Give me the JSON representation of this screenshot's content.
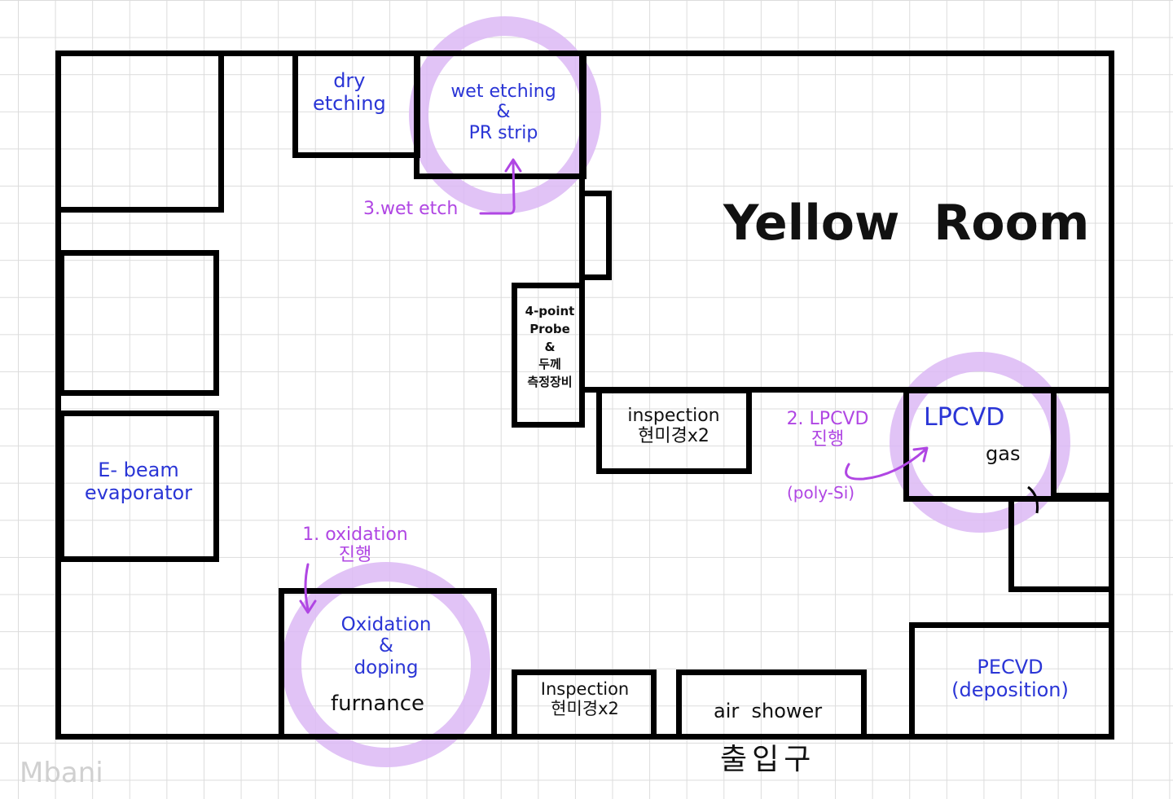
{
  "rooms": {
    "dry_etching": [
      "dry",
      "etching"
    ],
    "wet_etching": [
      "wet  etching",
      "&",
      "PR  strip"
    ],
    "yellow_room": "Yellow  Room",
    "four_point_probe": [
      "4-point",
      "Probe",
      "&",
      "두께",
      "측정장비"
    ],
    "inspection_mid": [
      "inspection",
      "현미경x2"
    ],
    "lpcvd": "LPCVD",
    "lpcvd_gas": "gas",
    "ebeam": [
      "E- beam",
      "evaporator"
    ],
    "oxidation": [
      "Oxidation",
      "&",
      "doping",
      "furnance"
    ],
    "inspection_bottom": [
      "Inspection",
      "현미경x2"
    ],
    "air_shower": "air  shower",
    "pecvd": [
      "PECVD",
      "(deposition)"
    ]
  },
  "annotations": {
    "step1": [
      "1. oxidation",
      "진행"
    ],
    "step2": [
      "2. LPCVD",
      "진행"
    ],
    "step2_note": "(poly-Si)",
    "step3": "3.wet etch"
  },
  "entrance": "출입구",
  "watermark": "Mbani",
  "colors": {
    "wall": "#000000",
    "highlight": "#dcb9f5",
    "equipment_text": "#2a35d6",
    "annotation_text": "#b046e3",
    "grid": "#dcdcdc"
  }
}
